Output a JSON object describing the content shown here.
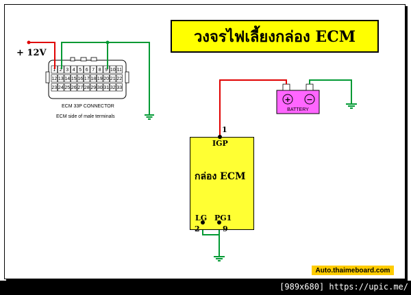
{
  "title": "วงจรไฟเลี้ยงกล่อง ECM",
  "voltage_label": "+ 12V",
  "connector": {
    "caption": "ECM 33P CONNECTOR",
    "subcaption": "ECM side of male terminals",
    "row1": [
      "1",
      "2",
      "3",
      "4",
      "5",
      "6",
      "7",
      "8",
      "9",
      "10",
      "11"
    ],
    "row2": [
      "12",
      "13",
      "14",
      "15",
      "16",
      "17",
      "18",
      "19",
      "20",
      "21",
      "22"
    ],
    "row3": [
      "23",
      "24",
      "25",
      "26",
      "27",
      "28",
      "29",
      "30",
      "31",
      "32",
      "33"
    ]
  },
  "battery": {
    "label": "BATTERY",
    "plus": "+",
    "minus": "−"
  },
  "ecm": {
    "name": "กล่อง ECM",
    "igp_label": "IGP",
    "igp_pin": "1",
    "lg_label": "LG",
    "lg_pin": "2",
    "pg1_label": "PG1",
    "pg1_pin": "9"
  },
  "footer": "Auto.thaimeboard.com",
  "bottom_bar": "[989x680] https://upic.me/",
  "colors": {
    "power_wire": "#e00000",
    "ground_wire": "#009933",
    "title_bg": "#ffff00",
    "ecm_bg": "#ffff33",
    "battery_bg": "#ff66ff",
    "badge_bg": "#ffcc00"
  }
}
